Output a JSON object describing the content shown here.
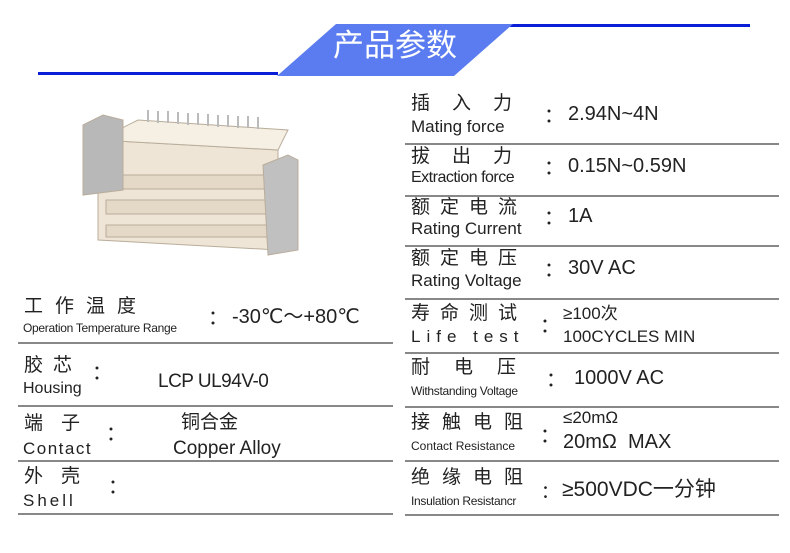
{
  "title": "产品参数",
  "colors": {
    "accent_line": "#0a1ed8",
    "banner": "#5b7cf0"
  },
  "colon": "：",
  "left": [
    {
      "cn": "工作温度",
      "en": "Operation Temperature Range",
      "value": "-30℃～+80℃"
    },
    {
      "cn": "胶芯",
      "en": "Housing",
      "value": "LCP UL94V-0"
    },
    {
      "cn": "端子",
      "en": "Contact",
      "value_cn": "铜合金",
      "value": "Copper Alloy"
    },
    {
      "cn": "外壳",
      "en": "Shell"
    }
  ],
  "right": [
    {
      "cn": "插入力",
      "en": "Mating force",
      "value": "2.94N~4N"
    },
    {
      "cn": "拔出力",
      "en": "Extraction force",
      "value": "0.15N~0.59N"
    },
    {
      "cn": "额定电流",
      "en": "Rating Current",
      "value": "1A"
    },
    {
      "cn": "额定电压",
      "en": "Rating Voltage",
      "value": "30V AC"
    },
    {
      "cn": "寿命测试",
      "en": "Life test",
      "value_cn": "≥100次",
      "value": "100CYCLES MIN"
    },
    {
      "cn": "耐电压",
      "en": "Withstanding Voltage",
      "value": "1000V AC"
    },
    {
      "cn": "接触电阻",
      "en": "Contact Resistance",
      "value_cn": "≤20mΩ",
      "value": "20mΩ  MAX"
    },
    {
      "cn": "绝缘电阻",
      "en": "Insulation Resistancr",
      "value": "≥500VDC一分钟"
    }
  ]
}
